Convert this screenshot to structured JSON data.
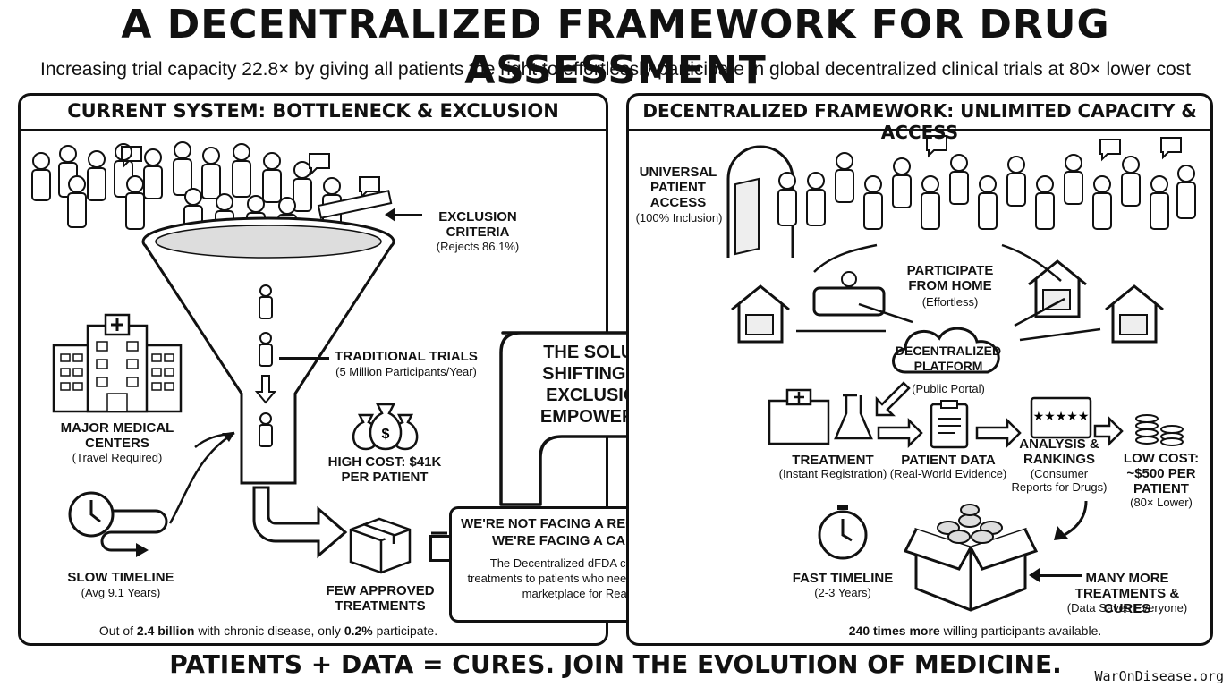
{
  "header": {
    "title": "A DECENTRALIZED FRAMEWORK FOR DRUG ASSESSMENT",
    "subtitle": "Increasing trial capacity 22.8× by giving all patients the right to effortlessly participate in global decentralized clinical trials at 80× lower cost"
  },
  "left_panel": {
    "title": "CURRENT SYSTEM: BOTTLENECK & EXCLUSION",
    "exclusion": {
      "label": "EXCLUSION CRITERIA",
      "sub": "(Rejects 86.1%)"
    },
    "trials": {
      "label": "TRADITIONAL TRIALS",
      "sub": "(5 Million Participants/Year)"
    },
    "centers": {
      "label": "MAJOR MEDICAL CENTERS",
      "sub": "(Travel Required)"
    },
    "cost": {
      "label": "HIGH COST: $41K PER PATIENT"
    },
    "timeline": {
      "label": "SLOW TIMELINE",
      "sub": "(Avg 9.1 Years)"
    },
    "approved": {
      "label": "FEW APPROVED TREATMENTS"
    },
    "footnote": {
      "pre": "Out of ",
      "b1": "2.4 billion",
      "mid": " with chronic disease, only ",
      "b2": "0.2%",
      "post": " participate."
    }
  },
  "solution": {
    "text": "THE SOLUTION: SHIFTING FROM EXCLUSION TO EMPOWERMENT"
  },
  "callout": {
    "heading1": "WE'RE NOT FACING A RECRUITMENT PROBLEM.",
    "heading2": "WE'RE FACING A CAPACITY PROBLEM.",
    "body": "The Decentralized dFDA connects companies with treatments to patients who need them, creating a two-sided marketplace for Real-World Evidence."
  },
  "right_panel": {
    "title": "DECENTRALIZED FRAMEWORK: UNLIMITED CAPACITY & ACCESS",
    "access": {
      "label": "UNIVERSAL PATIENT ACCESS",
      "sub": "(100% Inclusion)"
    },
    "home": {
      "label": "PARTICIPATE FROM HOME",
      "sub": "(Effortless)"
    },
    "platform": {
      "label": "DECENTRALIZED PLATFORM",
      "sub": "(Public Portal)"
    },
    "treatment": {
      "label": "TREATMENT",
      "sub": "(Instant Registration)"
    },
    "data": {
      "label": "PATIENT DATA",
      "sub": "(Real-World Evidence)"
    },
    "analysis": {
      "label": "ANALYSIS & RANKINGS",
      "sub": "(Consumer Reports for Drugs)"
    },
    "low_cost": {
      "label": "LOW COST: ~$500 PER PATIENT",
      "sub": "(80× Lower)"
    },
    "fast": {
      "label": "FAST TIMELINE",
      "sub": "(2-3 Years)"
    },
    "cures": {
      "label": "MANY MORE TREATMENTS & CURES",
      "sub": "(Data Saves Everyone)"
    },
    "footnote": {
      "b1": "240 times more",
      "post": " willing participants available."
    }
  },
  "footer": {
    "text": "PATIENTS + DATA = CURES. JOIN THE EVOLUTION OF MEDICINE.",
    "site": "WarOnDisease.org"
  }
}
